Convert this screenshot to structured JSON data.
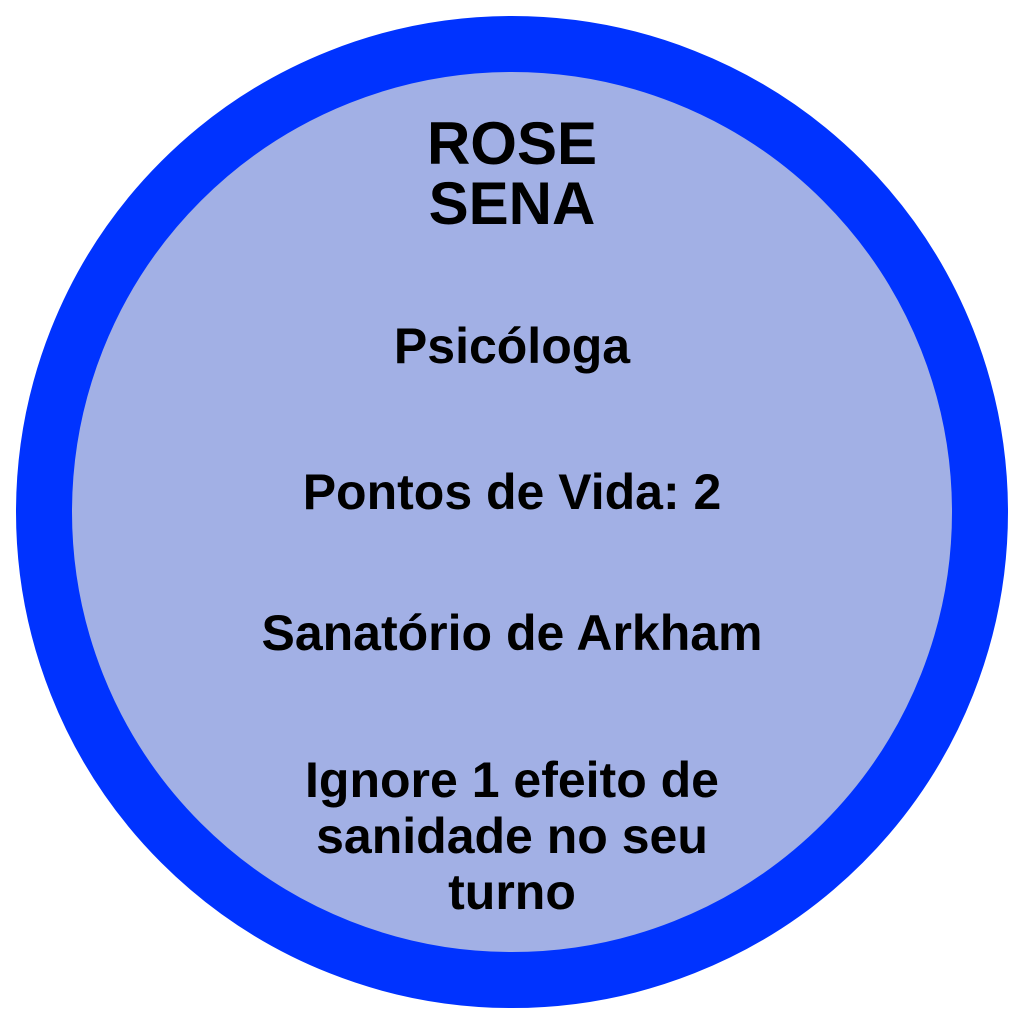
{
  "card": {
    "name_line1": "ROSE",
    "name_line2": "SENA",
    "profession": "Psicóloga",
    "health": "Pontos de Vida: 2",
    "location": "Sanatório de Arkham",
    "ability_line1": "Ignore 1 efeito de",
    "ability_line2": "sanidade no seu",
    "ability_line3": "turno"
  },
  "colors": {
    "ring": "#0033ff",
    "fill": "#a2b0e5",
    "text": "#000000"
  }
}
